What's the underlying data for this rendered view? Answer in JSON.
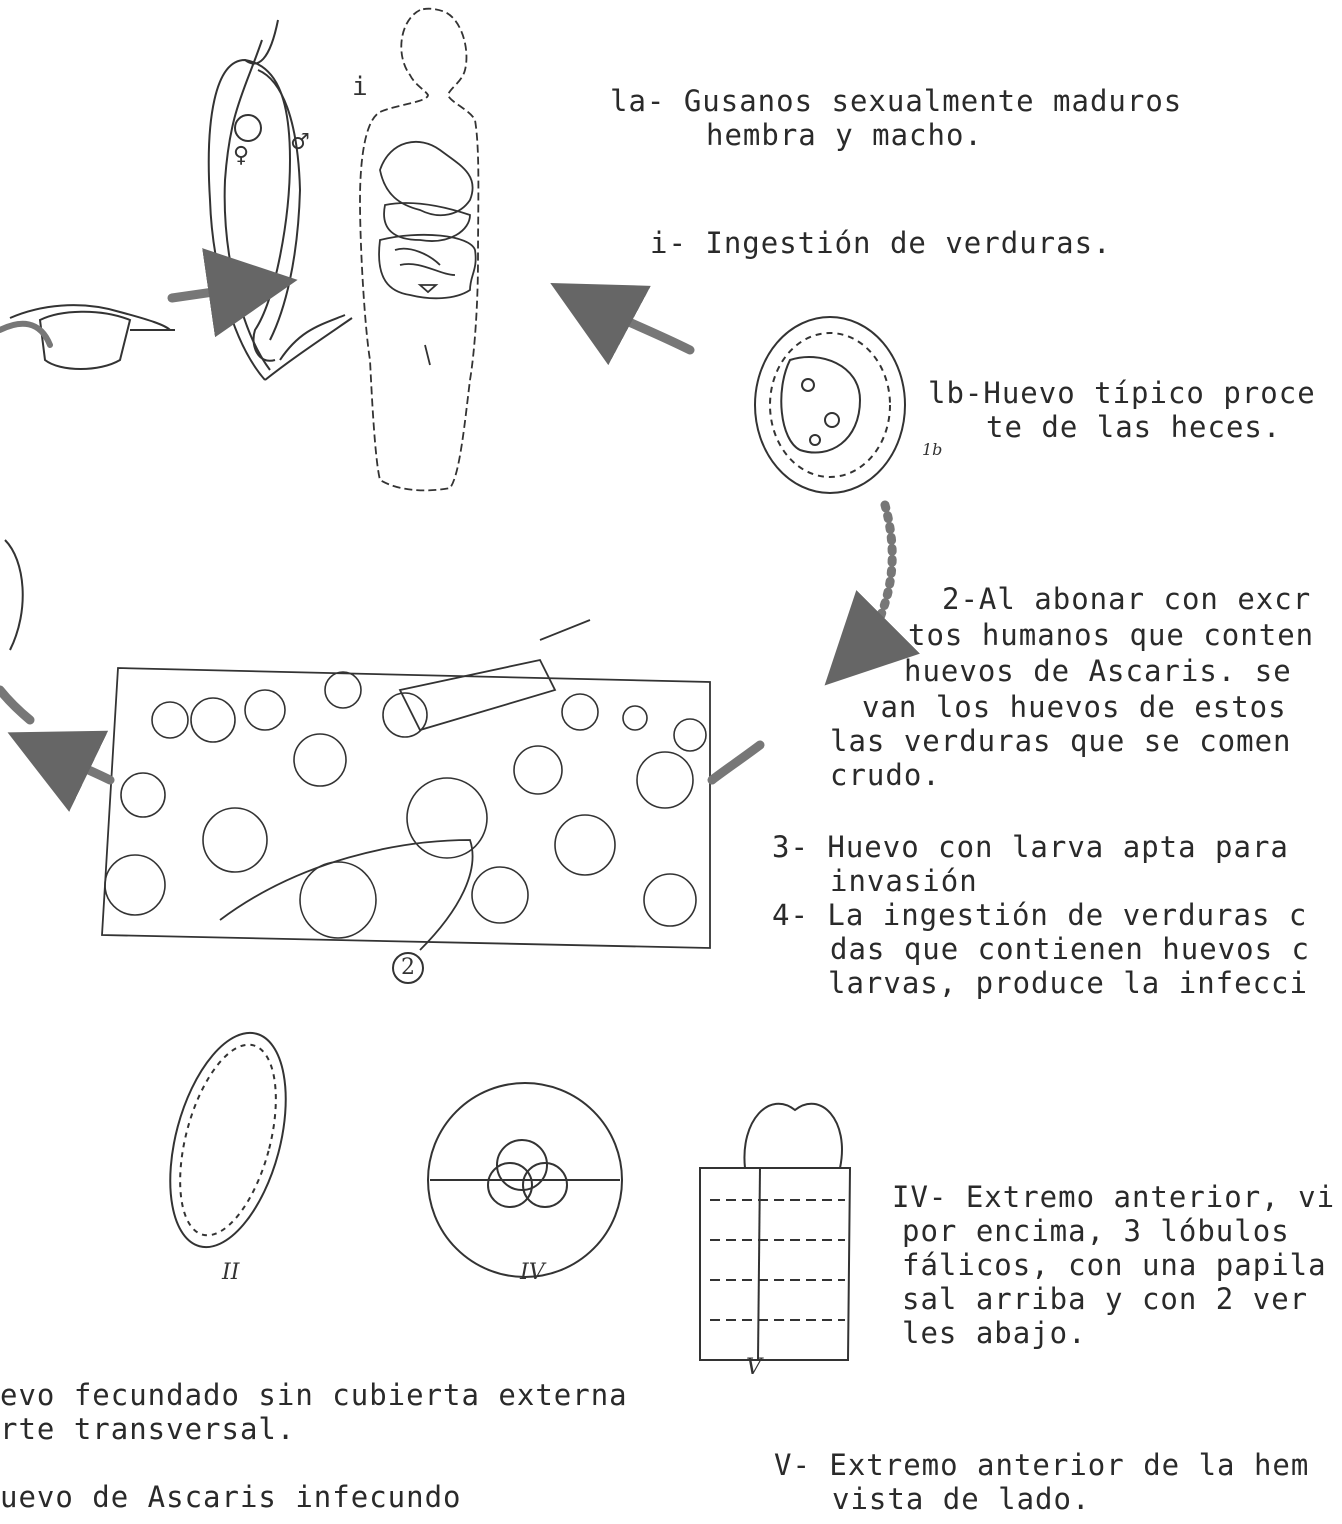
{
  "labels": {
    "l1a": "la- Gusanos sexualmente maduros",
    "l1a_b": "hembra y macho.",
    "li": "i- Ingestión de verduras.",
    "l1b": "lb-Huevo típico proce",
    "l1b_b": "te de las heces.",
    "l2a": "2-Al abonar con excr",
    "l2b": "tos humanos que conten",
    "l2c": "huevos de Ascaris. se",
    "l2d": "van los huevos de estos",
    "l2e": "las verduras que se comen",
    "l2f": "crudo.",
    "l3a": "3- Huevo con larva apta para",
    "l3b": "invasión",
    "l4a": "4- La ingestión de verduras c",
    "l4b": "das que contienen huevos c",
    "l4c": "larvas, produce la infecci",
    "lIVa": "IV- Extremo anterior, vi",
    "lIVb": "por encima, 3 lóbulos",
    "lIVc": "fálicos, con una papila",
    "lIVd": "sal arriba y con 2 ver",
    "lIVe": "les abajo.",
    "lVa": "V- Extremo anterior de la hem",
    "lVb": "vista de lado.",
    "lIIIa": "evo fecundado sin cubierta externa",
    "lIIIb": "rte transversal.",
    "lII": "uevo de Ascaris infecundo"
  },
  "figure_labels": {
    "i_marker": "i",
    "female": "♀",
    "male": "♂",
    "egg_1b": "1b",
    "fig2": "2",
    "figII": "II",
    "figIV": "IV",
    "figV": "V"
  }
}
